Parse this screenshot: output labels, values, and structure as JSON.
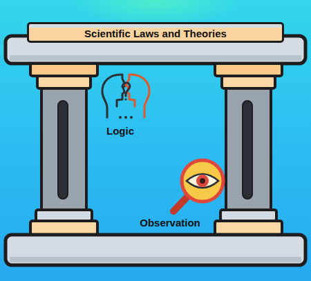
{
  "diagram": {
    "nodes": [
      {
        "text": [
          "Scientific Laws and Theories"
        ]
      }
    ],
    "labels": [
      "Logic",
      "Observation"
    ]
  }
}
